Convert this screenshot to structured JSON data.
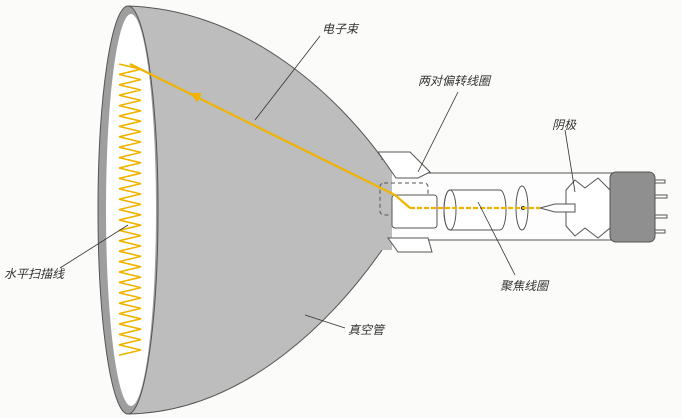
{
  "labels": {
    "electron_beam": "电子束",
    "deflection_coils": "两对偏转线圈",
    "cathode": "阴极",
    "focus_coil": "聚焦线圈",
    "vacuum_tube": "真空管",
    "scan_lines": "水平扫描线"
  },
  "colors": {
    "beam": "#f0b400",
    "glass": "#b9b9b9",
    "base": "#8f8f8f"
  }
}
